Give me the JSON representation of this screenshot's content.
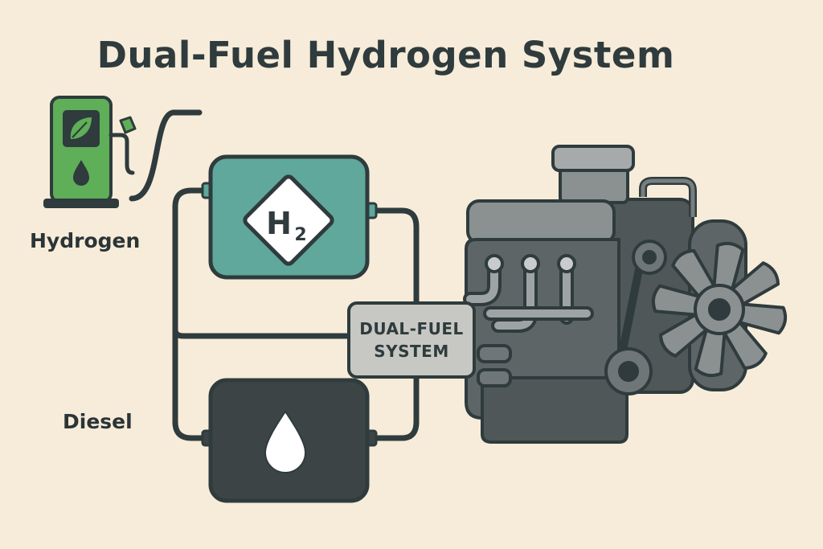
{
  "title": "Dual-Fuel Hydrogen System",
  "fuels": {
    "hydrogen": {
      "label": "Hydrogen",
      "tank_symbol": "H",
      "tank_subscript": "2"
    },
    "diesel": {
      "label": "Diesel"
    }
  },
  "hub": {
    "line1": "DUAL-FUEL",
    "line2": "SYSTEM"
  },
  "colors": {
    "background": "#f6ecd9",
    "outline": "#2f3b3d",
    "hydrogen_tank": "#5fa89b",
    "diesel_tank": "#3c4446",
    "pump": "#5fae58",
    "hub": "#c7c8c3",
    "engine": "#5d6566"
  },
  "icons": {
    "pump": "fuel-pump-icon",
    "leaf": "leaf-icon",
    "water_drop": "water-drop-icon",
    "hydrogen_badge": "hydrogen-h2-icon",
    "oil_drop": "oil-drop-icon",
    "engine": "engine-icon",
    "fan": "fan-icon"
  }
}
